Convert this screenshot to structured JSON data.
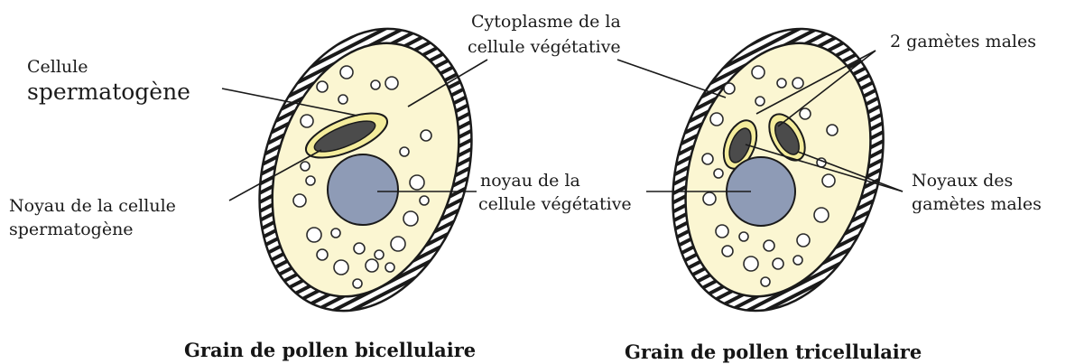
{
  "colors": {
    "cytoplasm": "#fbf6d2",
    "wall_stripe": "#1a1a1a",
    "wall_base": "#ffffff",
    "vegetative_nucleus": "#8e9bb6",
    "generative_nucleus": "#4b4b4b",
    "generative_halo": "#f4ec9c"
  },
  "bicellular": {
    "caption": "Grain de pollen bicellulaire",
    "label_generative_line1": "Cellule",
    "label_generative_line2": "spermatogène",
    "label_gen_nucleus_line1": "Noyau de la cellule",
    "label_gen_nucleus_line2": "spermatogène"
  },
  "shared": {
    "label_cytoplasm_line1": "Cytoplasme de la",
    "label_cytoplasm_line2": "cellule végétative",
    "label_veg_nucleus_line1": "noyau de la",
    "label_veg_nucleus_line2": "cellule végétative"
  },
  "tricellular": {
    "caption": "Grain de pollen tricellulaire",
    "label_gametes": "2 gamètes males",
    "label_gamete_nuclei_line1": "Noyaux des",
    "label_gamete_nuclei_line2": "gamètes males"
  }
}
